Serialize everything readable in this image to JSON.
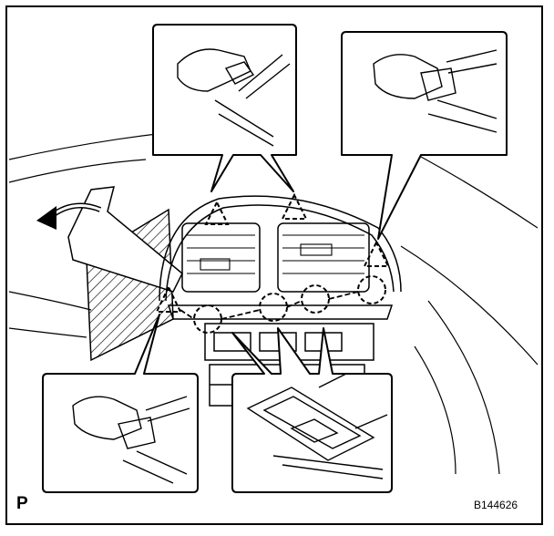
{
  "diagram": {
    "corner_label": "P",
    "figure_id": "B144626",
    "callouts": [
      {
        "name": "callout-top-left-claw"
      },
      {
        "name": "callout-top-right-claw"
      },
      {
        "name": "callout-bottom-left-claw"
      },
      {
        "name": "callout-bottom-right-clip"
      }
    ],
    "marker_types": [
      "claw-triangle",
      "clip-circle"
    ]
  }
}
